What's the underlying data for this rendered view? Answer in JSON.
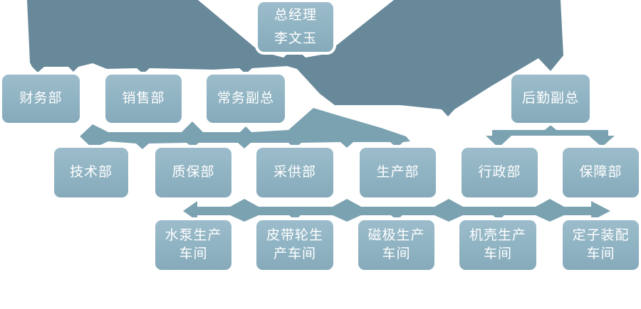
{
  "colors": {
    "background": "#FFFFFF",
    "connector_dark": "#68899A",
    "connector_light": "#7BA2B1",
    "box_fill": "#8FB3C2",
    "box_text": "#FFFFFF"
  },
  "org_chart": {
    "nodes": [
      {
        "id": "general-manager",
        "lines": [
          "总经理",
          "李文玉"
        ]
      },
      {
        "id": "finance-dept",
        "lines": [
          "财务部",
          ""
        ]
      },
      {
        "id": "sales-dept",
        "lines": [
          "销售部",
          ""
        ]
      },
      {
        "id": "executive-deputy",
        "lines": [
          "常务副总",
          ""
        ]
      },
      {
        "id": "logistics-deputy",
        "lines": [
          "后勤副总",
          ""
        ]
      },
      {
        "id": "tech-dept",
        "lines": [
          "技术部",
          ""
        ]
      },
      {
        "id": "qa-dept",
        "lines": [
          "质保部",
          ""
        ]
      },
      {
        "id": "procurement-dept",
        "lines": [
          "采供部",
          ""
        ]
      },
      {
        "id": "production-dept",
        "lines": [
          "生产部",
          ""
        ]
      },
      {
        "id": "admin-dept",
        "lines": [
          "行政部",
          ""
        ]
      },
      {
        "id": "support-dept",
        "lines": [
          "保障部",
          ""
        ]
      },
      {
        "id": "pump-workshop",
        "lines": [
          "水泵生产",
          "车间"
        ]
      },
      {
        "id": "pulley-workshop",
        "lines": [
          "皮带轮生",
          "产车间"
        ]
      },
      {
        "id": "magnet-workshop",
        "lines": [
          "磁极生产",
          "车间"
        ]
      },
      {
        "id": "casing-workshop",
        "lines": [
          "机壳生产",
          "车间"
        ]
      },
      {
        "id": "stator-workshop",
        "lines": [
          "定子装配",
          "车间"
        ]
      }
    ]
  }
}
